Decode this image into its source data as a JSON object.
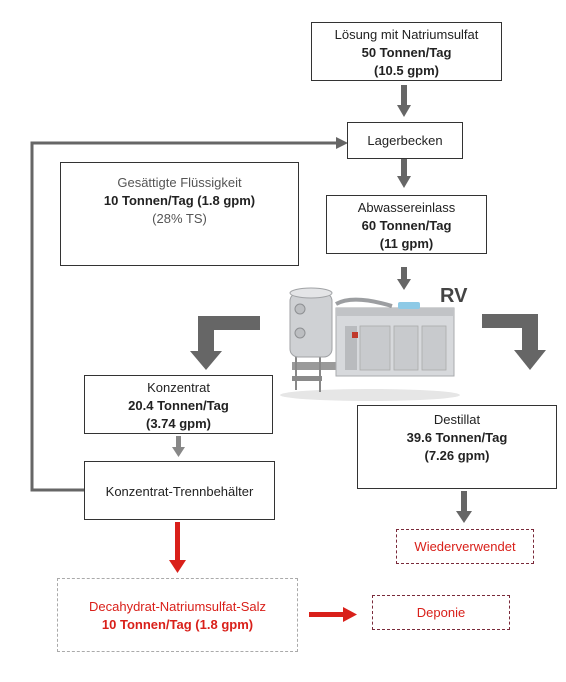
{
  "nodes": {
    "solution": {
      "title": "Lösung mit Natriumsulfat",
      "rate": "50 Tonnen/Tag",
      "flow": "(10.5 gpm)"
    },
    "tank": {
      "title": "Lagerbecken"
    },
    "saturated": {
      "title": "Gesättigte Flüssigkeit",
      "rate": "10 Tonnen/Tag (1.8 gpm)",
      "note": "(28% TS)"
    },
    "inlet": {
      "title": "Abwassereinlass",
      "rate": "60 Tonnen/Tag",
      "flow": "(11 gpm)"
    },
    "rv": {
      "label": "RV"
    },
    "concentrate": {
      "title": "Konzentrat",
      "rate": "20.4 Tonnen/Tag",
      "flow": "(3.74 gpm)"
    },
    "separator": {
      "title": "Konzentrat-Trennbehälter"
    },
    "distillate": {
      "title": "Destillat",
      "rate": "39.6 Tonnen/Tag",
      "flow": "(7.26 gpm)"
    },
    "reused": {
      "title": "Wiederverwendet"
    },
    "salt": {
      "title": "Decahydrat-Natriumsulfat-Salz",
      "rate": "10 Tonnen/Tag (1.8 gpm)"
    },
    "landfill": {
      "title": "Deponie"
    }
  },
  "colors": {
    "arrow_gray": "#666666",
    "arrow_red": "#d9201a",
    "text_red": "#d9201a",
    "border": "#333333"
  },
  "icons": {
    "rv_unit": "evaporator-machine-illustration"
  }
}
